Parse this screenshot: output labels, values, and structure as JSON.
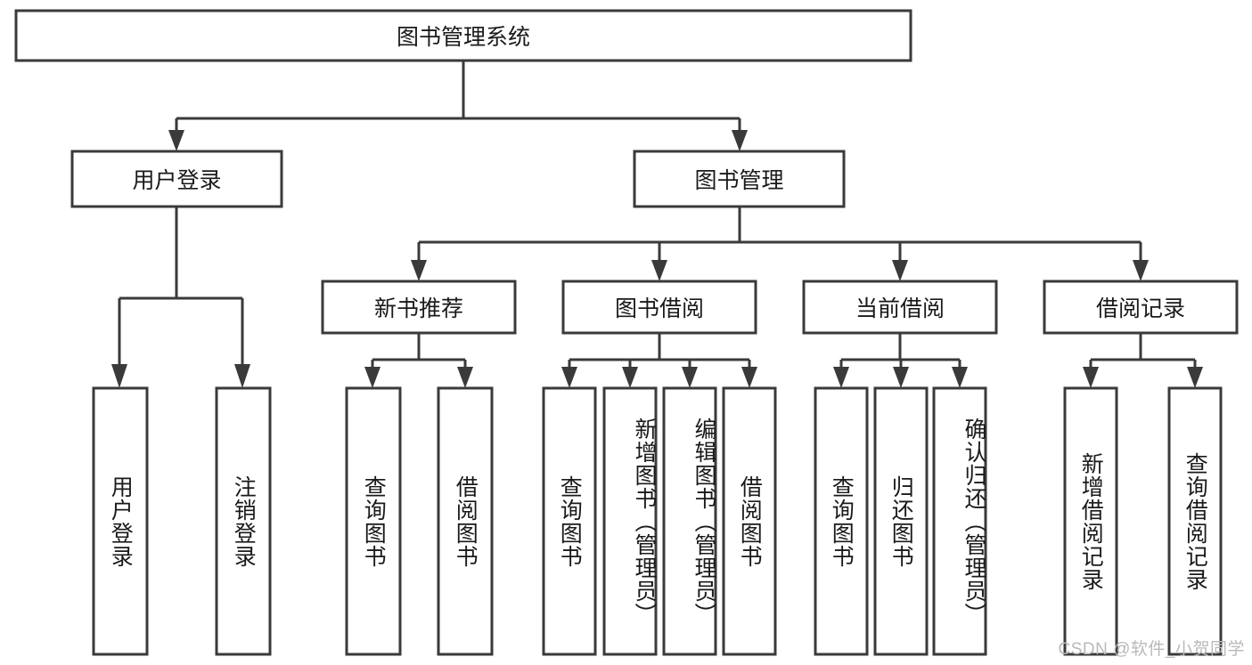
{
  "diagram": {
    "type": "tree-hierarchy",
    "title": "图书管理系统",
    "watermark": "CSDN @软件_小贺同学",
    "colors": {
      "box_stroke": "#3a3a3a",
      "box_fill": "#ffffff",
      "connector": "#3a3a3a",
      "text": "#1a1a1a",
      "background": "#ffffff",
      "watermark": "#b9b9b9"
    },
    "root": {
      "label": "图书管理系统"
    },
    "level2": [
      {
        "label": "用户登录"
      },
      {
        "label": "图书管理"
      }
    ],
    "level3": [
      {
        "label": "新书推荐"
      },
      {
        "label": "图书借阅"
      },
      {
        "label": "当前借阅"
      },
      {
        "label": "借阅记录"
      }
    ],
    "leaves": {
      "user_login": [
        {
          "label": "用户登录"
        },
        {
          "label": "注销登录"
        }
      ],
      "new_book_recommend": [
        {
          "label": "查询图书"
        },
        {
          "label": "借阅图书"
        }
      ],
      "book_borrow": [
        {
          "label": "查询图书"
        },
        {
          "label": "新增图书（管理员）"
        },
        {
          "label": "编辑图书（管理员）"
        },
        {
          "label": "借阅图书"
        }
      ],
      "current_borrow": [
        {
          "label": "查询图书"
        },
        {
          "label": "归还图书"
        },
        {
          "label": "确认归还（管理员）"
        }
      ],
      "borrow_record": [
        {
          "label": "新增借阅记录"
        },
        {
          "label": "查询借阅记录"
        }
      ]
    }
  }
}
